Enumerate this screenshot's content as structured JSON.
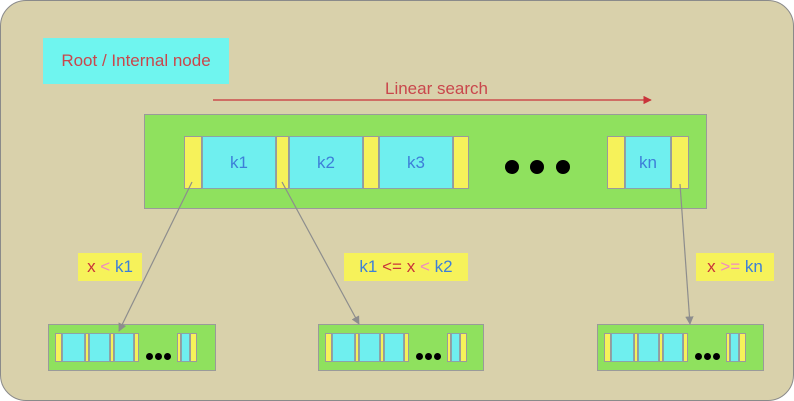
{
  "title": "Root / Internal node",
  "search_label": "Linear search",
  "keys": [
    "k1",
    "k2",
    "k3",
    "kn"
  ],
  "conditions": {
    "left": {
      "var": "x",
      "op": "<",
      "key": "k1"
    },
    "middle": {
      "key1": "k1",
      "op1": "<=",
      "var": "x",
      "op2": "<",
      "key2": "k2"
    },
    "right": {
      "var": "x",
      "op": ">=",
      "key": "kn"
    }
  },
  "colors": {
    "background": "#d9d1ab",
    "node": "#8fe15e",
    "pointer": "#f6f25a",
    "key": "#6fefef",
    "text_red": "#c9474c",
    "text_blue": "#3d7fd8"
  }
}
